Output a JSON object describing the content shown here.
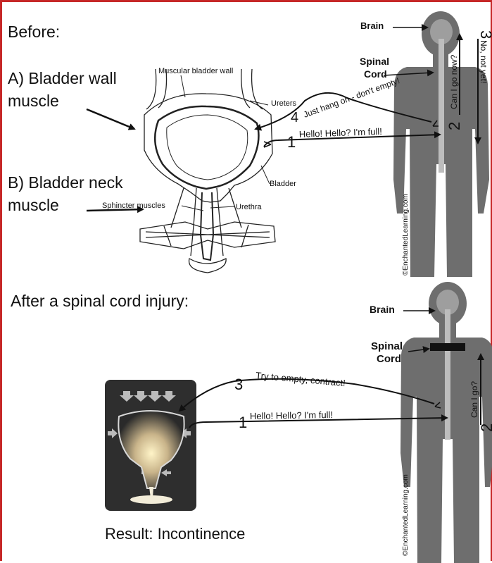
{
  "before": {
    "title": "Before:",
    "label_a_line1": "A) Bladder wall",
    "label_a_line2": "muscle",
    "label_b_line1": "B) Bladder neck",
    "label_b_line2": "muscle",
    "anatomy": {
      "muscular_wall": "Muscular bladder wall",
      "ureters": "Ureters",
      "bladder": "Bladder",
      "sphincter": "Sphincter muscles",
      "urethra": "Urethra"
    },
    "brain": "Brain",
    "spinal_line1": "Spinal",
    "spinal_line2": "Cord",
    "msg1_num": "1",
    "msg1": "Hello! Hello?  I'm full!",
    "msg2_num": "2",
    "msg2": "Can I go now?",
    "msg3_num": "3",
    "msg3": "No, not yet!",
    "msg4_num": "4",
    "msg4": "Just hang on - don't empty!",
    "copyright": "©EnchantedLearning.com"
  },
  "after": {
    "title": "After a spinal cord injury:",
    "brain": "Brain",
    "spinal_line1": "Spinal",
    "spinal_line2": "Cord",
    "msg1_num": "1",
    "msg1": "Hello! Hello?  I'm full!",
    "msg2_num": "2",
    "msg2": "Can I go?",
    "msg3_num": "3",
    "msg3": "Try to empty, contract!",
    "result": "Result:  Incontinence",
    "copyright": "©EnchantedLearning.com"
  },
  "colors": {
    "border": "#c62828",
    "body": "#6e6e6e",
    "brain": "#9e9e9e",
    "cord": "#bdbdbd",
    "ink": "#111111"
  }
}
